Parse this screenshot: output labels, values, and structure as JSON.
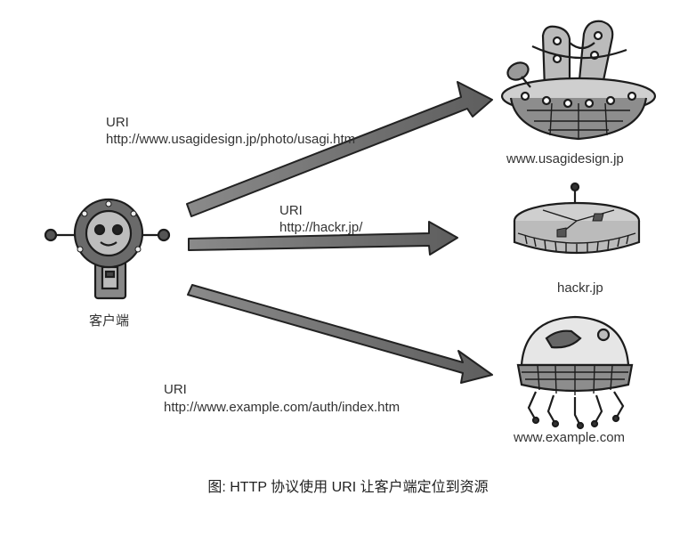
{
  "client": {
    "label": "客户端"
  },
  "requests": [
    {
      "uri_label": "URI",
      "uri": "http://www.usagidesign.jp/photo/usagi.htm"
    },
    {
      "uri_label": "URI",
      "uri": "http://hackr.jp/"
    },
    {
      "uri_label": "URI",
      "uri": "http://www.example.com/auth/index.htm"
    }
  ],
  "servers": [
    {
      "name": "www.usagidesign.jp",
      "icon": "rabbit-ufo-icon"
    },
    {
      "name": "hackr.jp",
      "icon": "flying-saucer-icon"
    },
    {
      "name": "www.example.com",
      "icon": "jellyfish-ufo-icon"
    }
  ],
  "caption": "图: HTTP 协议使用 URI 让客户端定位到资源"
}
